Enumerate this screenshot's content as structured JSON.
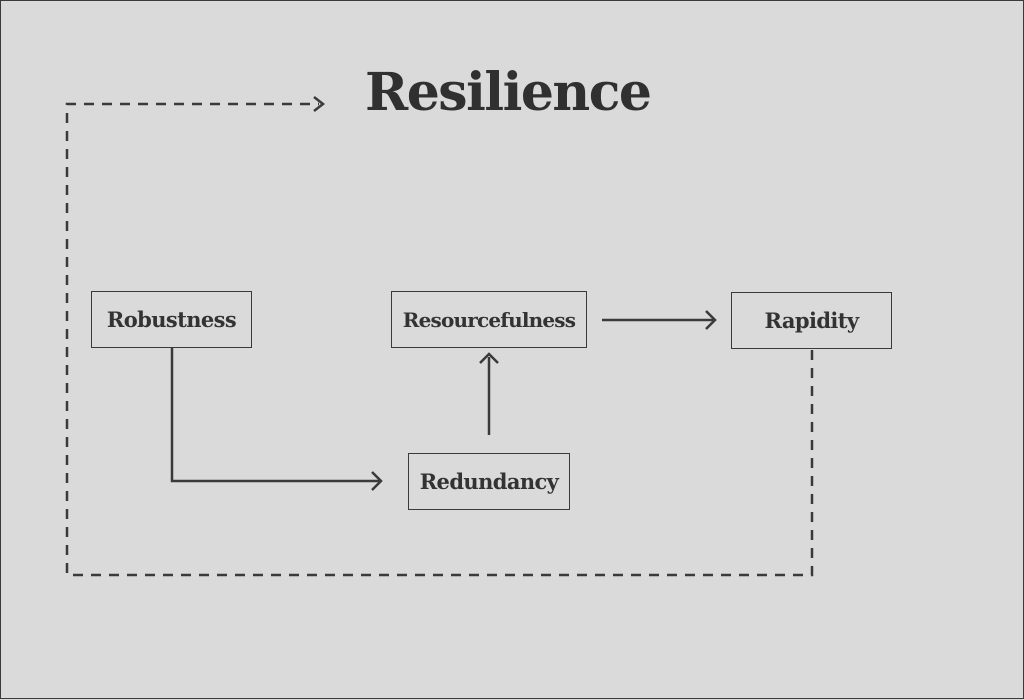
{
  "diagram": {
    "title": "Resilience",
    "nodes": {
      "robustness": "Robustness",
      "resourcefulness": "Resourcefulness",
      "rapidity": "Rapidity",
      "redundancy": "Redundancy"
    },
    "edges": [
      {
        "from": "robustness",
        "to": "redundancy",
        "style": "solid"
      },
      {
        "from": "redundancy",
        "to": "resourcefulness",
        "style": "solid"
      },
      {
        "from": "resourcefulness",
        "to": "rapidity",
        "style": "solid"
      },
      {
        "from": "rapidity",
        "to": "title",
        "style": "dashed"
      }
    ],
    "colors": {
      "background": "#dadada",
      "stroke": "#3a3a3a",
      "text": "#333333"
    }
  }
}
